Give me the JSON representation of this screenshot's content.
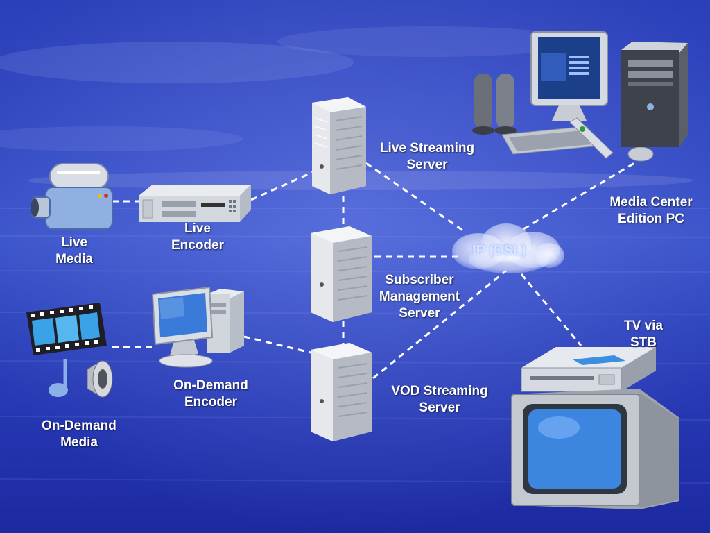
{
  "labels": {
    "live_streaming_server": [
      "Live Streaming",
      "Server"
    ],
    "media_center_pc": [
      "Media Center",
      "Edition PC"
    ],
    "live_encoder": [
      "Live",
      "Encoder"
    ],
    "live_media": [
      "Live",
      "Media"
    ],
    "cloud": "IP (DSL)",
    "subscriber_server": [
      "Subscriber",
      "Management",
      "Server"
    ],
    "tv_stb": [
      "TV via",
      "STB"
    ],
    "on_demand_encoder": [
      "On-Demand",
      "Encoder"
    ],
    "vod_server": [
      "VOD Streaming",
      "Server"
    ],
    "on_demand_media": [
      "On-Demand",
      "Media"
    ]
  },
  "colors": {
    "background": "#2e44bd",
    "link_dash": "#ffffff",
    "label_text": "#ffffff"
  },
  "icons": {
    "camera": "video-camera-icon",
    "encoder_box": "rack-encoder-icon",
    "server": "tower-server-icon",
    "pc": "media-center-pc-icon",
    "cloud": "cloud-icon",
    "tv": "television-icon",
    "workstation": "desktop-computer-icon",
    "film_media": "film-and-speaker-icon"
  }
}
